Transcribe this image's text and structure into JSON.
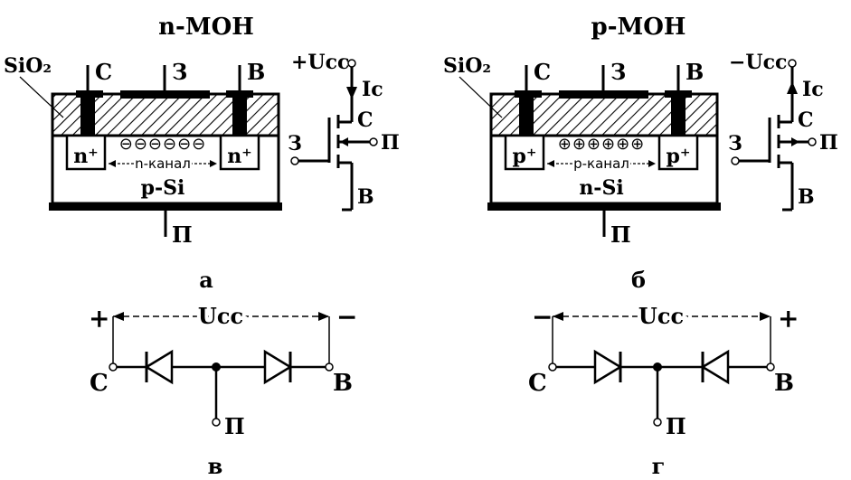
{
  "colors": {
    "ink": "#000000",
    "paper": "#ffffff"
  },
  "panel_a": {
    "title": "n-МОН",
    "oxide": "SiO₂",
    "source": "С",
    "gate": "З",
    "drain": "В",
    "region_left": "n⁺",
    "region_right": "n⁺",
    "charges": "⊖⊖⊖⊖⊖⊖",
    "channel": "n-канал",
    "substrate": "p-Si",
    "bulk": "П",
    "supply": "+Uсс",
    "current": "Iс",
    "sym_drain": "С",
    "sym_gate": "З",
    "sym_bulk": "П",
    "sym_source": "В",
    "caption": "а"
  },
  "panel_b": {
    "title": "p-МОН",
    "oxide": "SiO₂",
    "source": "С",
    "gate": "З",
    "drain": "В",
    "region_left": "p⁺",
    "region_right": "p⁺",
    "charges": "⊕⊕⊕⊕⊕⊕",
    "channel": "p-канал",
    "substrate": "n-Si",
    "bulk": "П",
    "supply": "−Uсс",
    "current": "Iс",
    "sym_drain": "С",
    "sym_gate": "З",
    "sym_bulk": "П",
    "sym_source": "В",
    "caption": "б"
  },
  "panel_c": {
    "plus": "+",
    "minus": "−",
    "voltage": "Uсс",
    "left": "С",
    "right": "В",
    "mid": "П",
    "caption": "в"
  },
  "panel_d": {
    "plus": "+",
    "minus": "−",
    "voltage": "Uсс",
    "left": "С",
    "right": "В",
    "mid": "П",
    "caption": "г"
  }
}
